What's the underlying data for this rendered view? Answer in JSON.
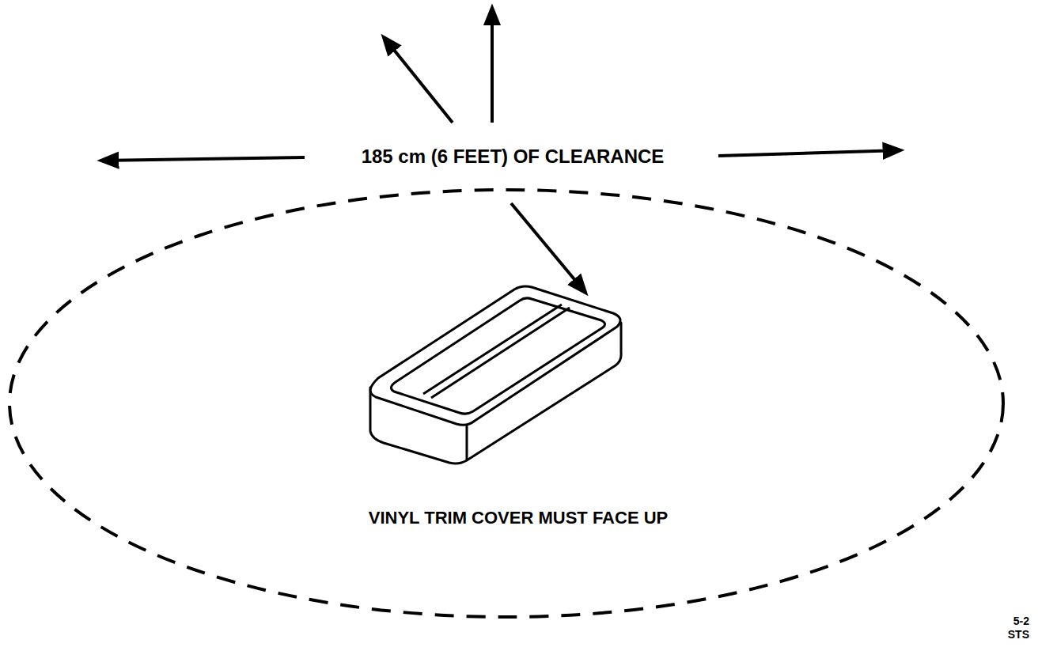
{
  "diagram": {
    "labels": [
      "185 cm (6 FEET) OF CLEARANCE",
      "VINYL TRIM COVER MUST FACE UP",
      "5-2",
      "STS"
    ]
  }
}
